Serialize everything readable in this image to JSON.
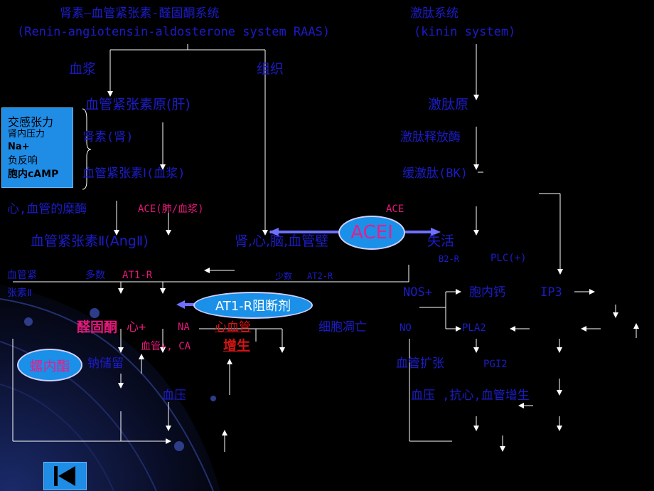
{
  "title": {
    "raas_cn": "肾素—血管紧张素-醛固酮系统",
    "raas_en": "(Renin-angiotensin-aldosterone system RAAS)",
    "kinin_cn": "激肽系统",
    "kinin_en": "(kinin system)"
  },
  "sympathetic_box": {
    "items": [
      "交感张力",
      "肾内压力",
      "Na+",
      "负反响",
      "胞内cAMP"
    ]
  },
  "raas": {
    "plasma": "血浆",
    "tissue": "组织",
    "angiotensinogen": "血管紧张素原(肝)",
    "renin": "肾素(肾)",
    "ang1": "血管紧张素Ⅰ(血浆)",
    "cv_enzyme": "心,血管的糜酶",
    "ace_lung": "ACE(肺/血浆)",
    "ang2": "血管紧张素Ⅱ(AngⅡ)",
    "organs": "肾,心,脑,血管壁",
    "vaso_a": "血管紧",
    "vaso_b": "张素Ⅱ",
    "many": "多数",
    "at1r": "AT1-R",
    "few": "少数",
    "at2r": "AT2-R",
    "aldosterone": "醛固酮",
    "heart_plus": "心+",
    "na_label": "NA",
    "cv_label": "心血管",
    "vessel_ca": "血管+, CA",
    "hyperplasia": "增生",
    "sodium": "钠储留",
    "bp_left": "血压",
    "apoptosis": "细胞凋亡"
  },
  "kinin": {
    "kininogen": "激肽原",
    "kallikrein": "激肽释放酶",
    "bradykinin": "缓激肽(BK)",
    "ace": "ACE",
    "inactive": "失活",
    "b2r": "B2-R",
    "plc": "PLC(+)",
    "nos": "NOS+",
    "ca_in": "胞内钙",
    "ip3": "IP3",
    "no": "NO",
    "pla2": "PLA2",
    "vasodil": "血管扩张",
    "pgi2": "PGI2",
    "bp_right": "血压 ,抗心,血管增生"
  },
  "drugs": {
    "acei": "ACEI",
    "at1_blocker": "AT1-R阻断剂",
    "spironolactone": "螺内酯"
  },
  "colors": {
    "background": "#000000",
    "text_blue": "#1c1cc8",
    "magenta": "#e6197a",
    "red": "#d41414",
    "box_blue": "#1f8ce6"
  },
  "nav": {
    "icon": "skip-back-icon"
  }
}
